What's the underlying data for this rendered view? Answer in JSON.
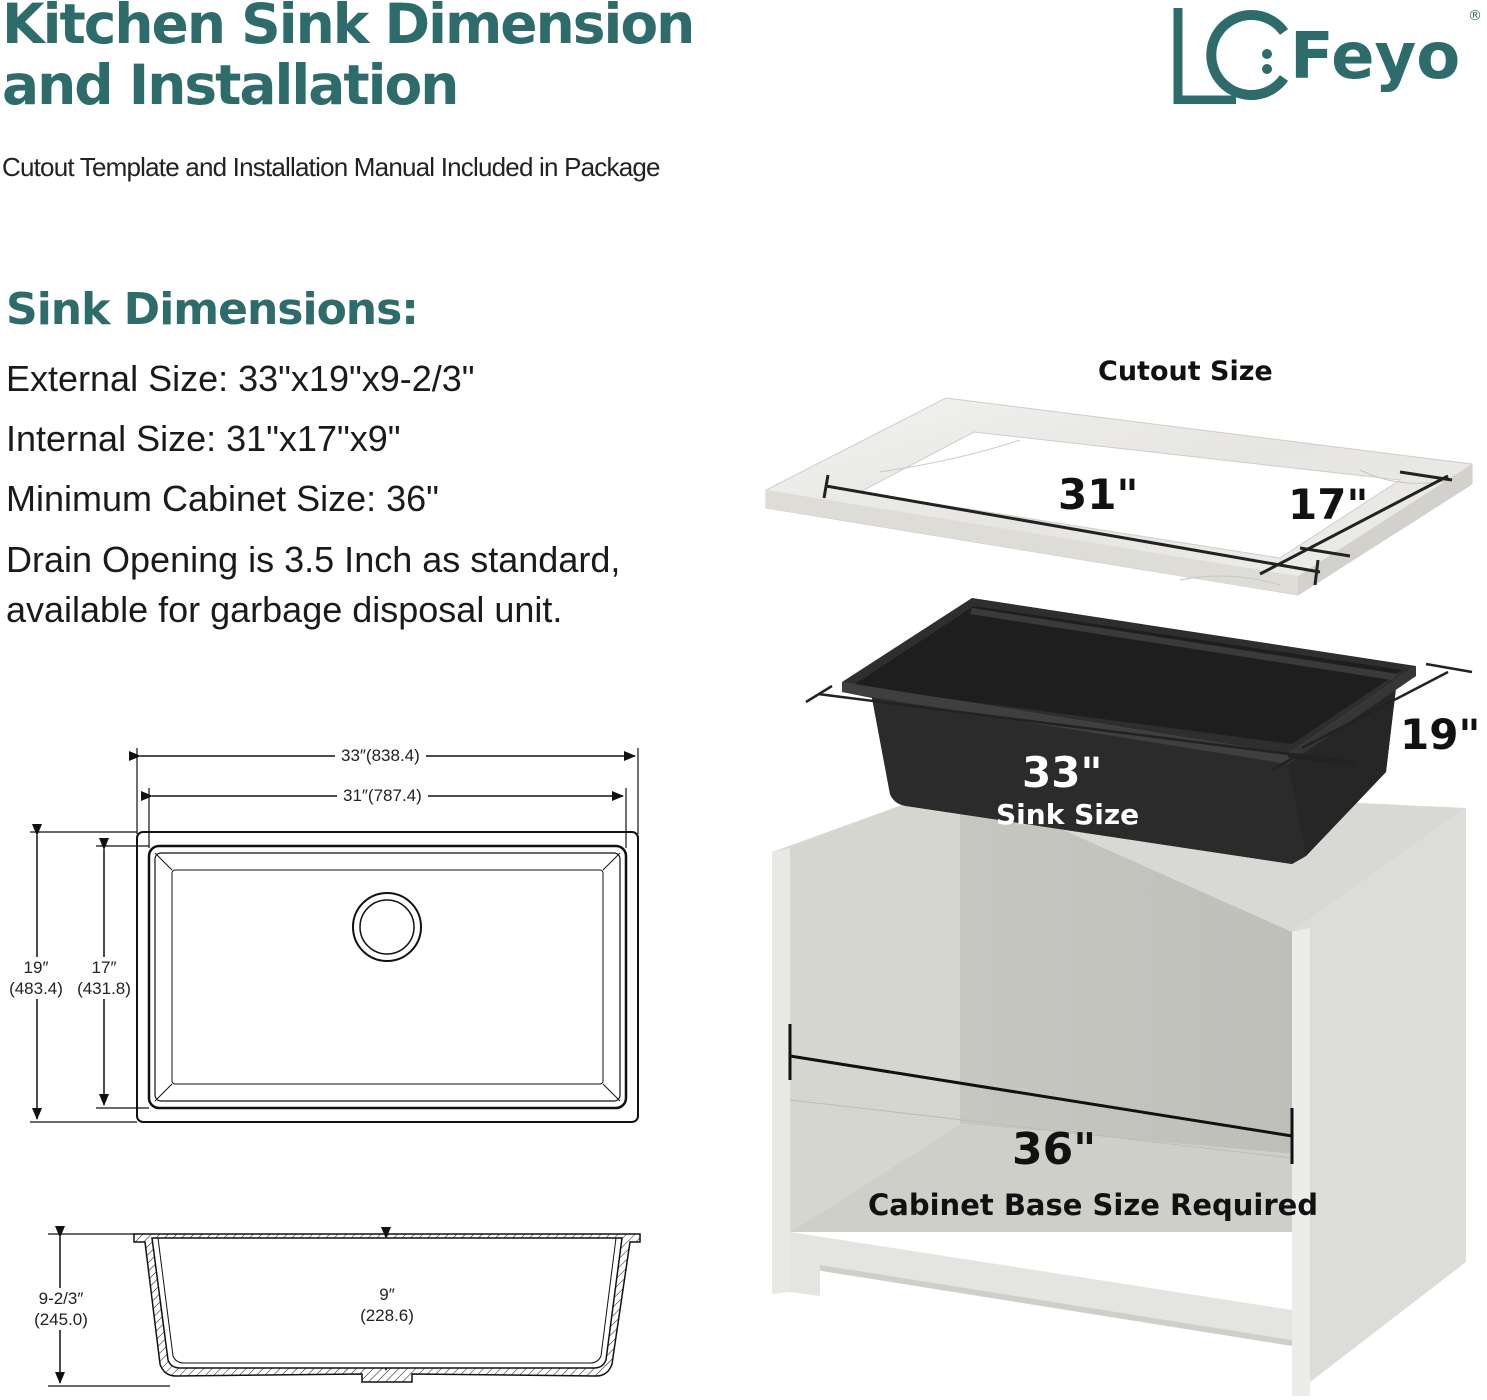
{
  "header": {
    "title_line1": "Kitchen Sink Dimension",
    "title_line2": "and Installation",
    "subtitle": "Cutout Template and Installation Manual Included in Package"
  },
  "brand": {
    "name": "Feyo",
    "registered": "®",
    "color": "#2e6b6b"
  },
  "specs": {
    "heading": "Sink Dimensions:",
    "external": "External Size: 33\"x19\"x9-2/3\"",
    "internal": "Internal Size: 31\"x17\"x9\"",
    "cabinet": "Minimum Cabinet Size: 36\"",
    "drain_line1": "Drain Opening is 3.5 Inch as standard,",
    "drain_line2": "available for garbage disposal unit."
  },
  "top_view": {
    "outer_width": "33″(838.4)",
    "inner_width": "31″(787.4)",
    "outer_depth": "19″",
    "outer_depth_mm": "(483.4)",
    "inner_depth": "17″",
    "inner_depth_mm": "(431.8)"
  },
  "side_view": {
    "outer_height": "9-2/3″",
    "outer_height_mm": "(245.0)",
    "inner_height": "9″",
    "inner_height_mm": "(228.6)"
  },
  "illustration": {
    "cutout_title": "Cutout Size",
    "cutout_length": "31\"",
    "cutout_width": "17\"",
    "sink_length": "33\"",
    "sink_label": "Sink Size",
    "sink_width": "19\"",
    "cabinet_width": "36\"",
    "cabinet_label": "Cabinet Base Size Required"
  },
  "colors": {
    "accent": "#2e6b6b",
    "sink": "#2b2b2b",
    "cabinet": "#d9d9d6",
    "marble": "#ecebe8"
  }
}
